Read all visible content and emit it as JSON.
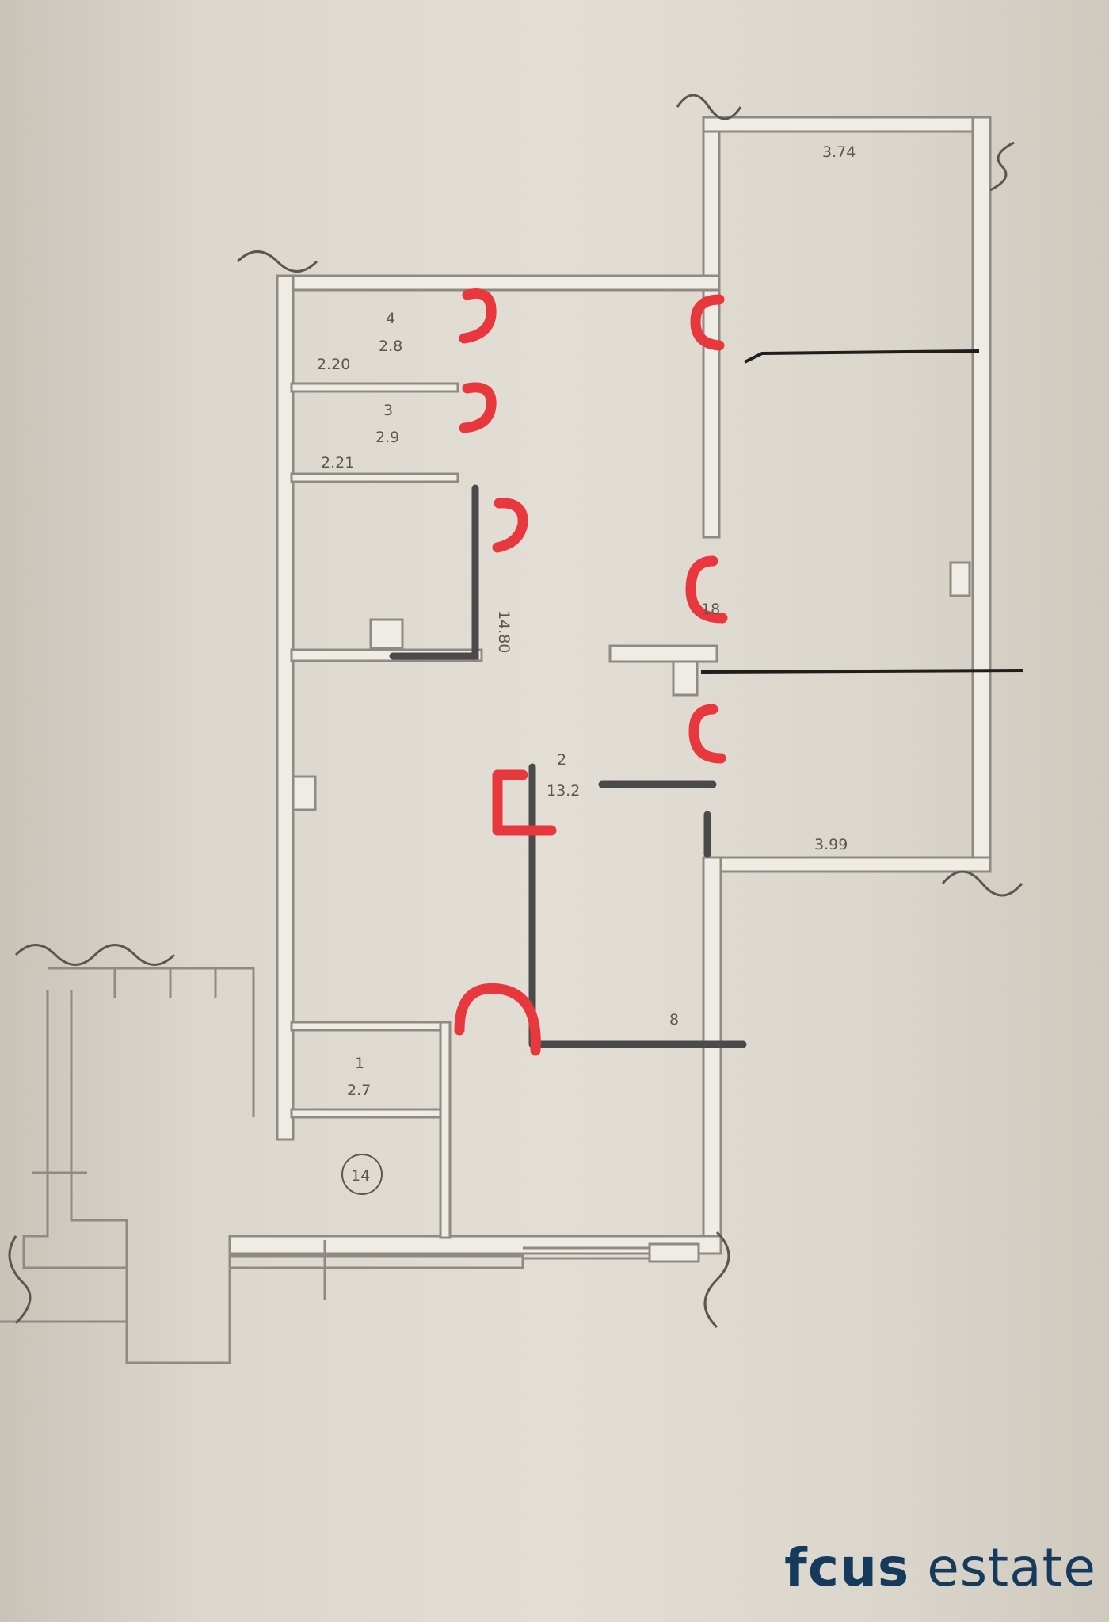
{
  "brand": {
    "name_bold": "fcus",
    "name_light": "estate",
    "color": "#163a5c"
  },
  "marker_color": "#e8373d",
  "labels": {
    "dim_top": "3.74",
    "dim_bottom_right": "3.99",
    "room4_num": "4",
    "room4_area": "2.8",
    "room4_dim": "2.20",
    "room3_num": "3",
    "room3_area": "2.9",
    "room3_dim": "2.21",
    "room_mid_dim": "14.80",
    "room_big": "18",
    "room2_num": "2",
    "room2_area": "13.2",
    "room1_num": "1",
    "room1_area": "2.7",
    "wall_mark": "8",
    "circle_mark": "14"
  }
}
